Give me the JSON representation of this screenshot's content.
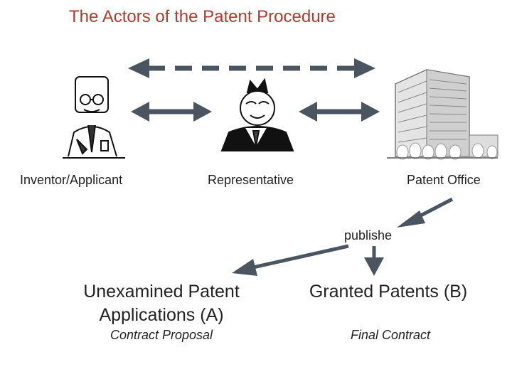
{
  "title": "The Actors of the Patent Procedure",
  "actors": {
    "inventor": "Inventor/Applicant",
    "representative": "Representative",
    "office": "Patent Office"
  },
  "published_label": "publishe",
  "outputs": {
    "a": {
      "title": "Unexamined Patent Applications (A)",
      "subtitle": "Contract Proposal"
    },
    "b": {
      "title": "Granted Patents (B)",
      "subtitle": "Final Contract"
    }
  },
  "colors": {
    "title": "#b03a2e",
    "arrow": "#4a5560"
  }
}
